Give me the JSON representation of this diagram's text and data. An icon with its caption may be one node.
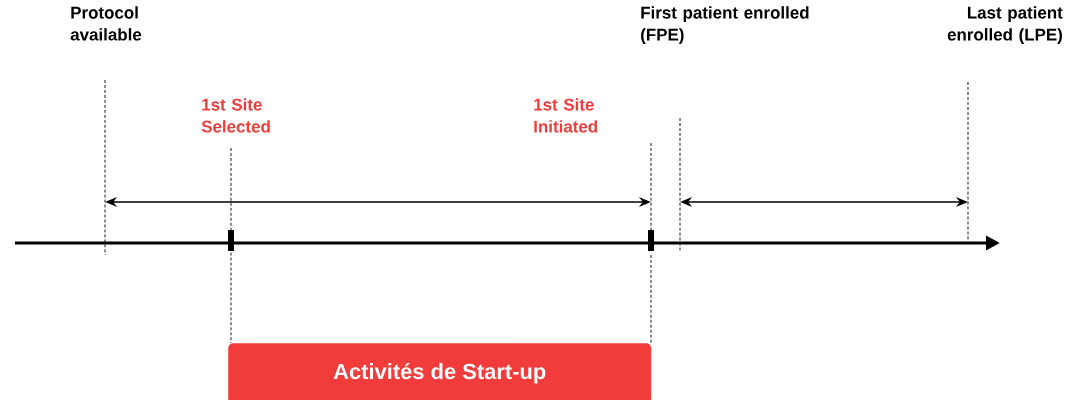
{
  "diagram": {
    "nodes": [
      {
        "text": [
          "Protocol available"
        ]
      },
      {
        "text": [
          "1st Site Selected"
        ]
      },
      {
        "text": [
          "1st Site Initiated"
        ]
      },
      {
        "text": [
          "First patient enrolled (FPE)"
        ]
      },
      {
        "text": [
          "Last patient enrolled (LPE)"
        ]
      },
      {
        "text": [
          "Activités de Start-up"
        ]
      }
    ],
    "edges": [
      {
        "from": 0,
        "to": 2,
        "arrow": "both"
      },
      {
        "from": 3,
        "to": 4,
        "arrow": "both"
      },
      {
        "from": 1,
        "to": 5,
        "arrow": "none",
        "style": "dashed"
      },
      {
        "from": 2,
        "to": 5,
        "arrow": "none",
        "style": "dashed"
      }
    ]
  }
}
